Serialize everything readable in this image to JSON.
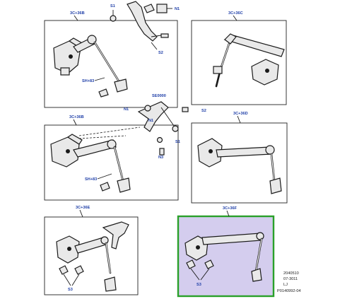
{
  "callouts": {
    "panel_top_left": "3C+36B",
    "panel_top_right": "3C+36C",
    "panel_mid_left": "3C+36B",
    "panel_mid_right": "3C+36D",
    "panel_bot_left": "3C+36E",
    "panel_bot_right": "3C+36F",
    "tl_sh83": "SH+83",
    "ml_sh83": "SH+83",
    "fastener_top_s1": "S1",
    "fastener_top_n1": "N1",
    "fastener_top_s2": "S2",
    "fastener_mid_n1_a": "N1",
    "fastener_mid_n1_b": "N1",
    "fastener_mid_s2": "S2",
    "fastener_mid_s1": "S1",
    "fastener_mid_n3": "N3",
    "fastener_mid_code": "SE0000",
    "bl_s3": "S3",
    "br_s3": "S3"
  },
  "footer": {
    "line1": "2040510",
    "line2": "07-3011",
    "line3": "LJ",
    "line4": "P0140992-04"
  },
  "colors": {
    "highlight_fill": "#d4cdee",
    "highlight_border": "#2aa02a",
    "callout_text": "#1f3fa8"
  }
}
